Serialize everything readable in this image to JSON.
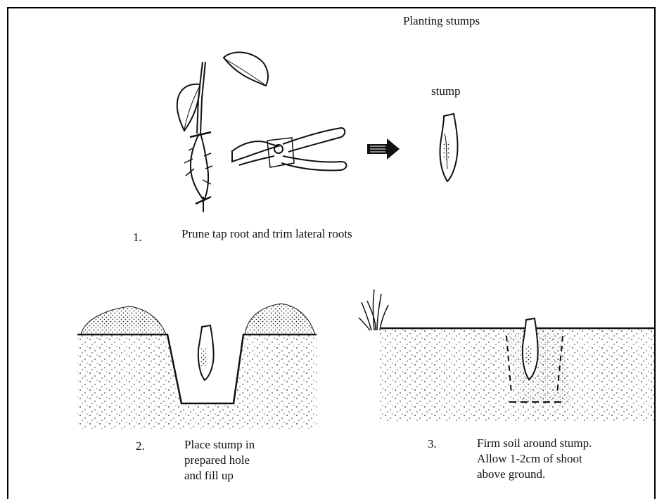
{
  "title": "Planting stumps",
  "stump_label": "stump",
  "steps": [
    {
      "number": "1.",
      "lines": [
        "Prune tap root and trim lateral roots"
      ]
    },
    {
      "number": "2.",
      "lines": [
        "Place stump in",
        "prepared hole",
        "and fill up"
      ]
    },
    {
      "number": "3.",
      "lines": [
        "Firm soil around stump.",
        "Allow 1-2cm of shoot",
        "above ground."
      ]
    }
  ],
  "icons": [
    "seedling-illustration",
    "pruning-shears-icon",
    "right-arrow-icon",
    "stump-illustration",
    "planting-hole-illustration",
    "planted-stump-illustration",
    "grass-tuft-icon"
  ]
}
